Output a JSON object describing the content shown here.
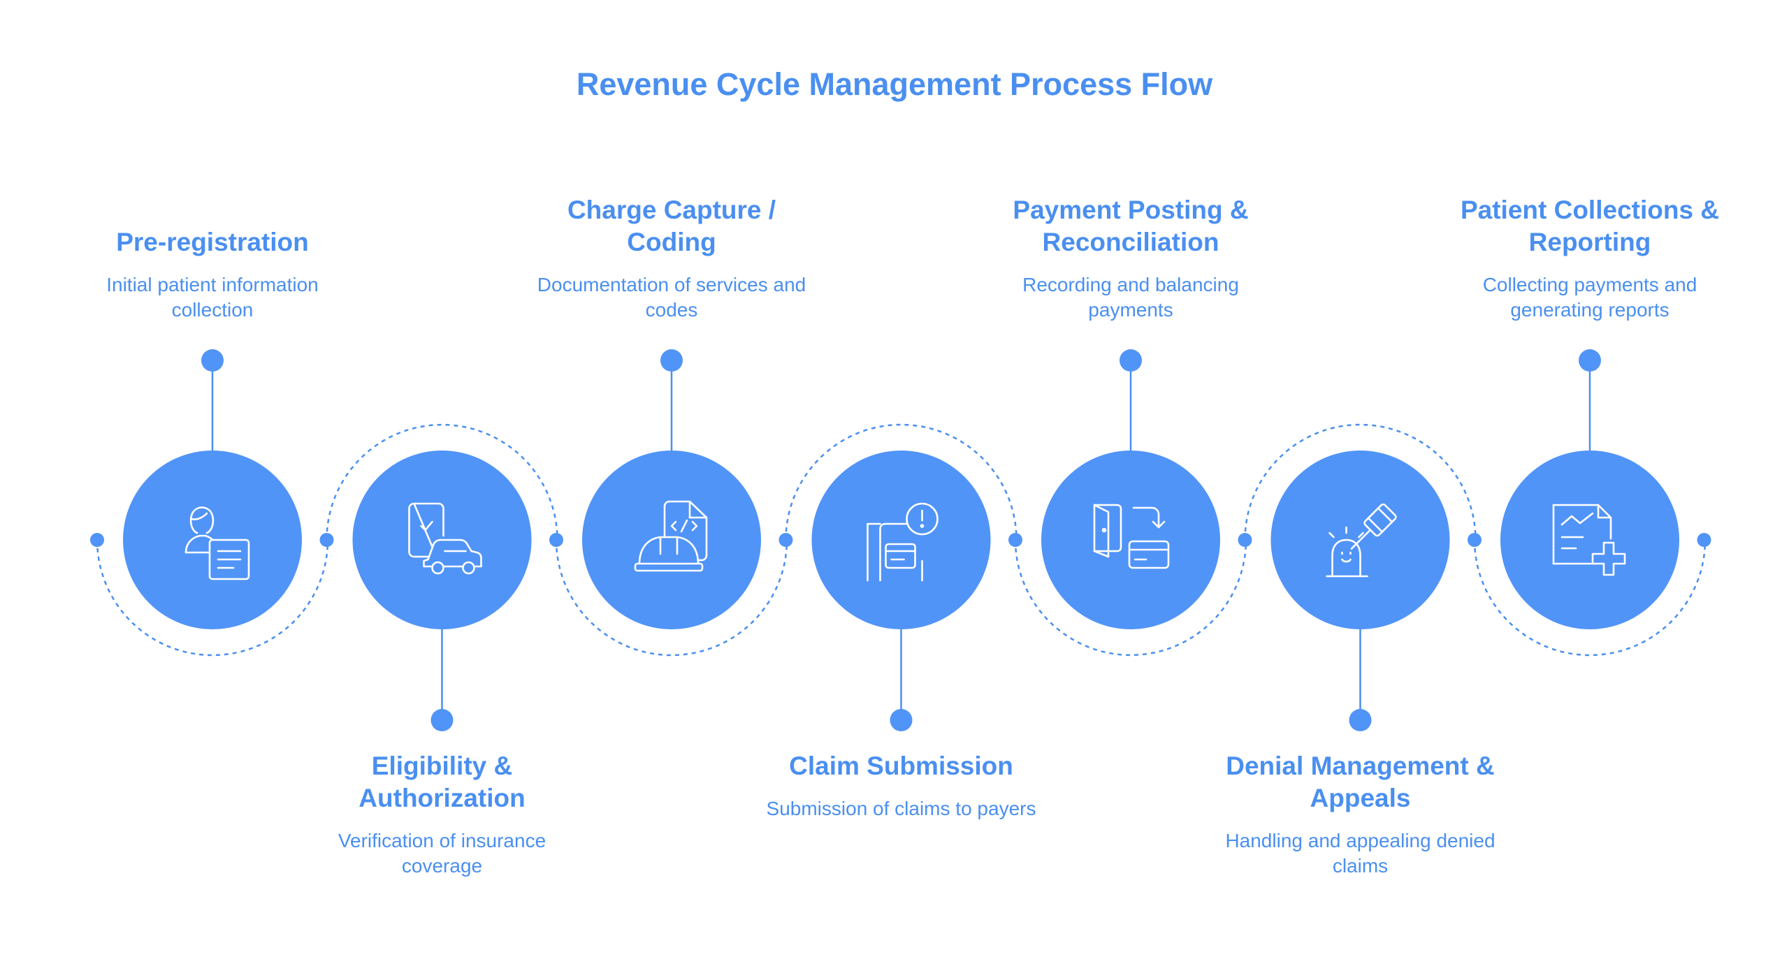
{
  "title": "Revenue Cycle Management Process Flow",
  "colors": {
    "accent": "#4a8ff0",
    "circle_fill": "#5194f7",
    "icon_stroke": "#ffffff"
  },
  "steps": [
    {
      "title": "Pre-registration",
      "description": "Initial patient information\ncollection",
      "icon": "patient-document-icon",
      "label_position": "top"
    },
    {
      "title": "Eligibility &\nAuthorization",
      "description": "Verification of insurance\ncoverage",
      "icon": "checklist-car-icon",
      "label_position": "bottom"
    },
    {
      "title": "Charge Capture /\nCoding",
      "description": "Documentation of services and\ncodes",
      "icon": "code-document-hardhat-icon",
      "label_position": "top"
    },
    {
      "title": "Claim Submission",
      "description": "Submission of claims to payers",
      "icon": "claim-form-alert-icon",
      "label_position": "bottom"
    },
    {
      "title": "Payment Posting &\nReconciliation",
      "description": "Recording and balancing\npayments",
      "icon": "wallet-card-transfer-icon",
      "label_position": "top"
    },
    {
      "title": "Denial Management &\nAppeals",
      "description": "Handling and appealing denied\nclaims",
      "icon": "gavel-alarm-icon",
      "label_position": "bottom"
    },
    {
      "title": "Patient Collections &\nReporting",
      "description": "Collecting payments and\ngenerating reports",
      "icon": "report-chart-plus-icon",
      "label_position": "top"
    }
  ]
}
